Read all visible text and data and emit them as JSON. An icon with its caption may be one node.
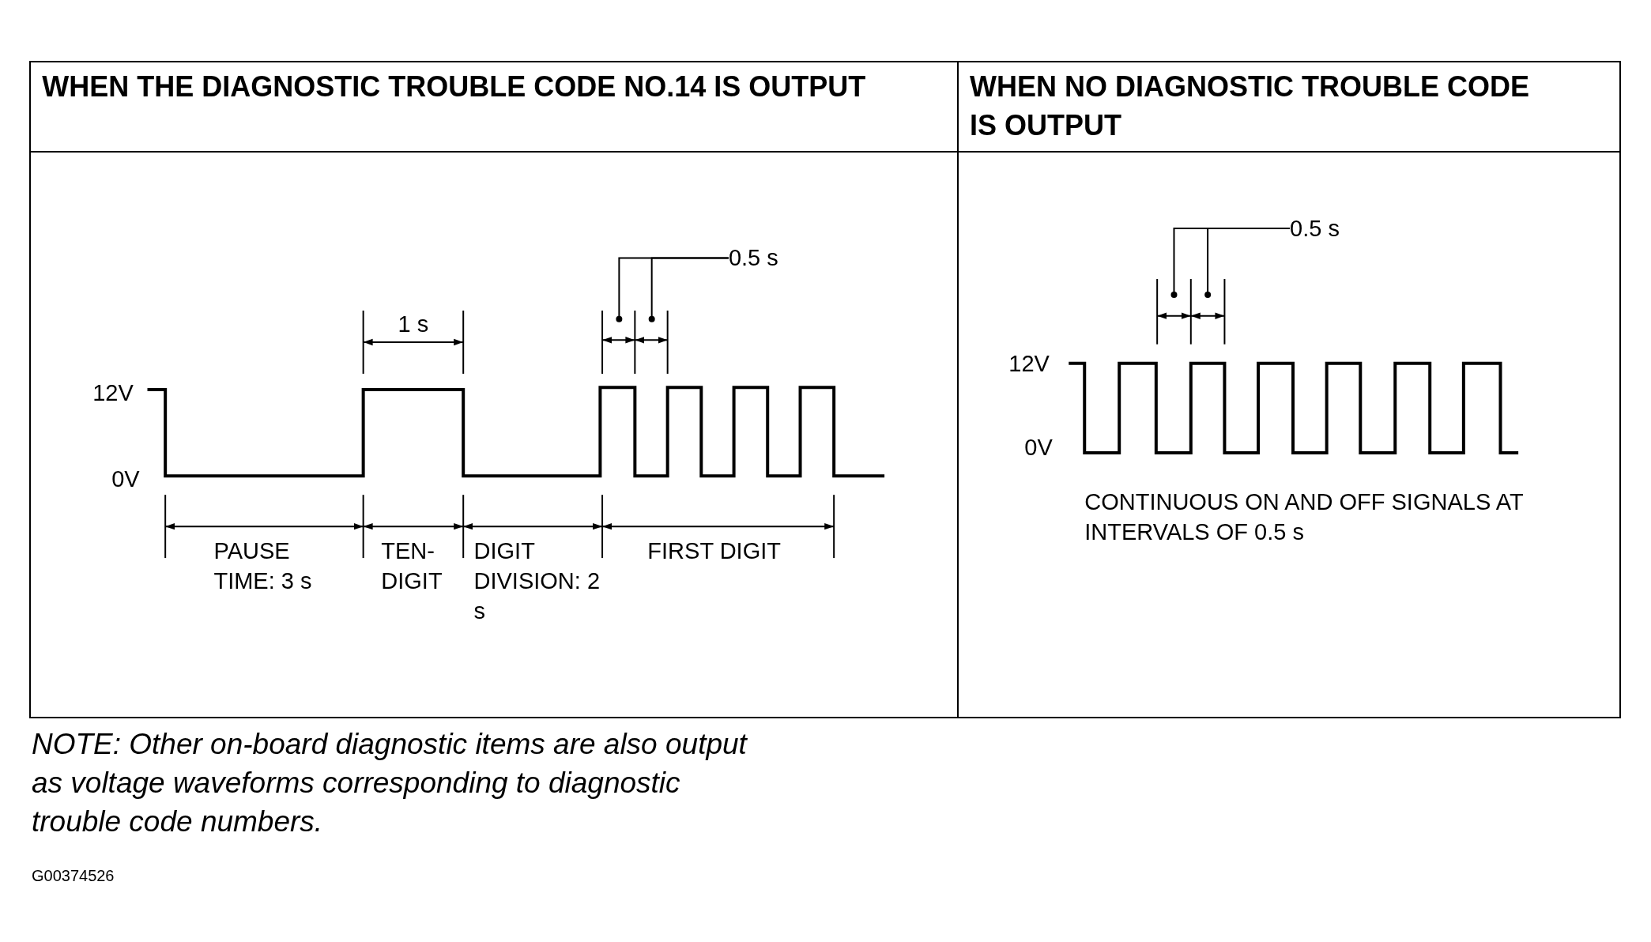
{
  "diagram": {
    "nodes": [
      {
        "text": [
          "WHEN THE DIAGNOSTIC TROUBLE CODE NO.14 IS OUTPUT"
        ]
      },
      {
        "text": [
          "WHEN NO DIAGNOSTIC TROUBLE CODE IS OUTPUT"
        ]
      },
      {
        "text": [
          "0.5 s"
        ],
        "in": 0
      },
      {
        "text": [
          "0.5 s"
        ],
        "in": 1
      }
    ],
    "edges": [
      {
        "from": 2,
        "to": null,
        "arrow": "other"
      },
      {
        "from": 2,
        "to": null,
        "arrow": "other"
      },
      {
        "from": 3,
        "to": null,
        "arrow": "other"
      },
      {
        "from": 3,
        "to": null,
        "arrow": "other"
      }
    ],
    "labels": [
      "12V",
      "0V",
      "1 s",
      "PAUSE TIME: 3 s",
      "TEN- DIGIT",
      "DIGIT DIVISION: 2 s",
      "FIRST DIGIT",
      "12V",
      "0V",
      "CONTINUOUS ON AND OFF SIGNALS AT INTERVALS OF 0.5 s",
      "NOTE: Other on-board diagnostic items are also output as voltage waveforms corresponding to diagnostic trouble code numbers.",
      "G00374526"
    ]
  }
}
